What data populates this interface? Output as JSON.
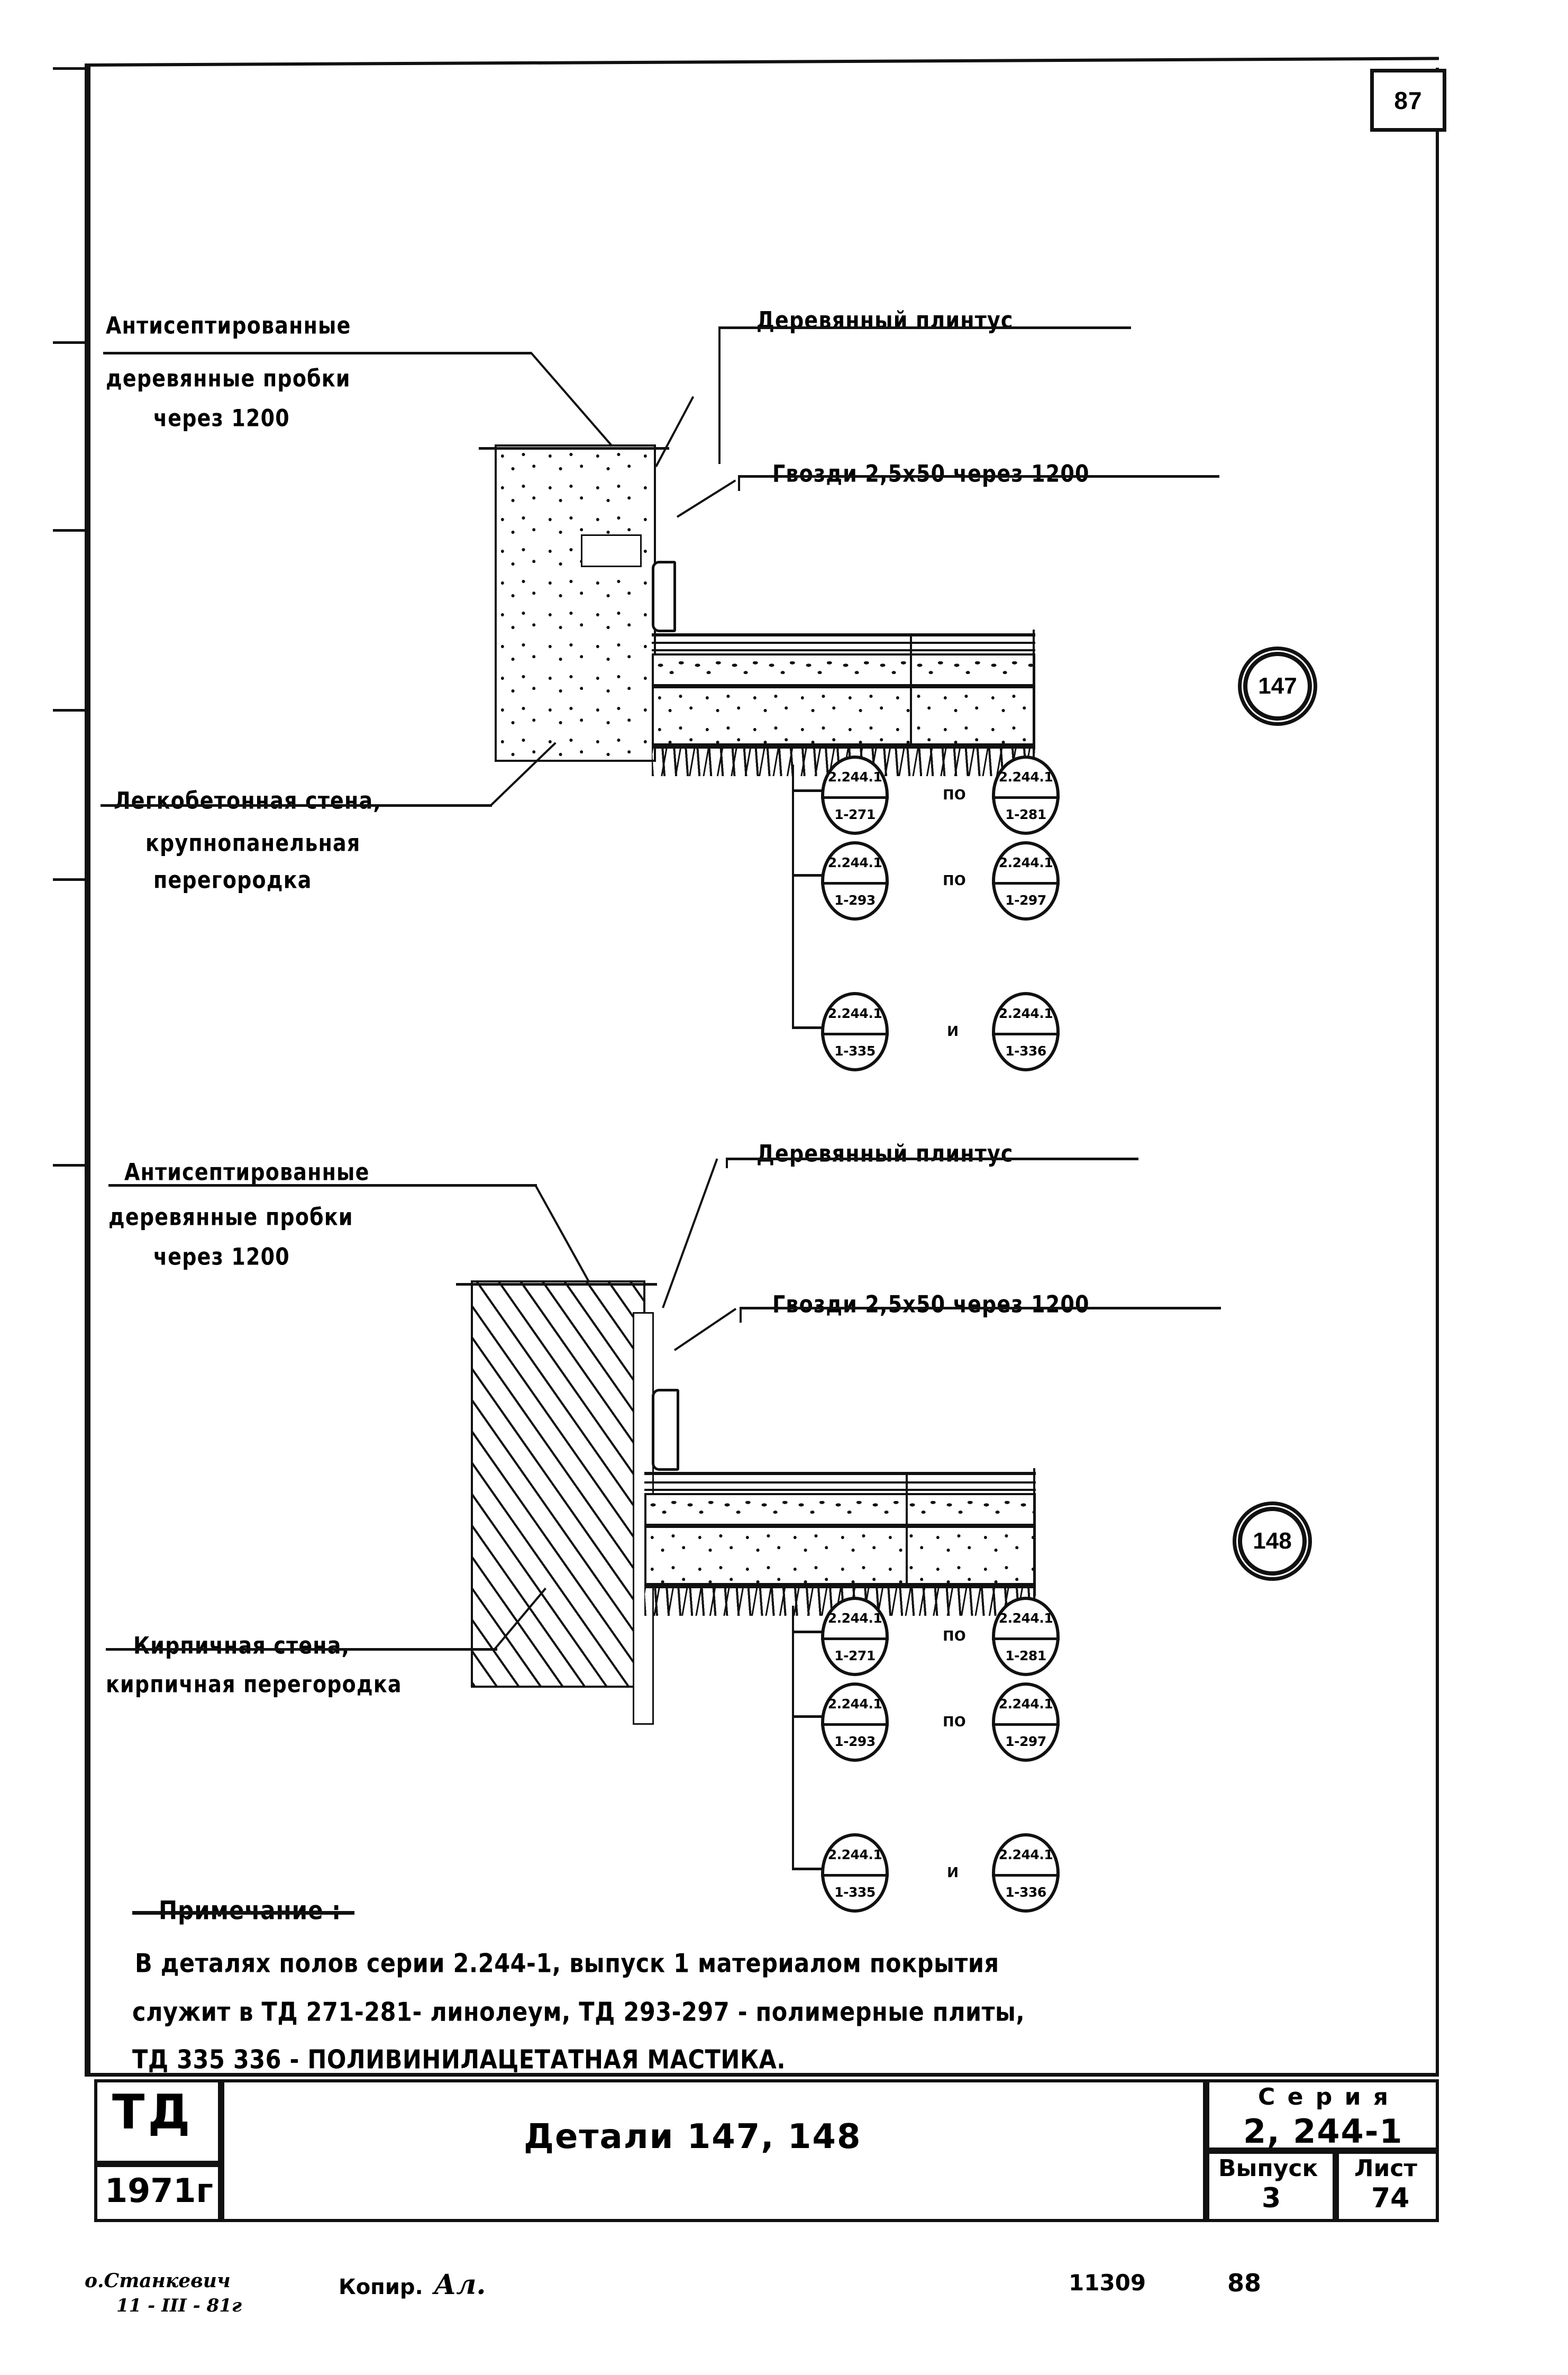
{
  "sheet": {
    "page_number": "87",
    "bottom_numbers": {
      "left_code": "11309",
      "right_code": "88"
    }
  },
  "details": [
    {
      "id": "detail-147",
      "number": "147",
      "labels": {
        "plugs_line1": "Антисептированные",
        "plugs_line2": "деревянные пробки",
        "plugs_line3": "через 1200",
        "skirting": "Деревянный плинтус",
        "nails": "Гвозди 2,5х50 через 1200",
        "wall_line1": "Легкобетонная стена,",
        "wall_line2": "крупнопанельная",
        "wall_line3": "перегородка"
      },
      "codes": [
        {
          "left_top": "2.244.1",
          "left_bot": "1-271",
          "conj": "по",
          "right_top": "2.244.1",
          "right_bot": "1-281"
        },
        {
          "left_top": "2.244.1",
          "left_bot": "1-293",
          "conj": "по",
          "right_top": "2.244.1",
          "right_bot": "1-297"
        },
        {
          "left_top": "2.244.1",
          "left_bot": "1-335",
          "conj": "и",
          "right_top": "2.244.1",
          "right_bot": "1-336"
        }
      ]
    },
    {
      "id": "detail-148",
      "number": "148",
      "labels": {
        "plugs_line1": "Антисептированные",
        "plugs_line2": "деревянные пробки",
        "plugs_line3": "через 1200",
        "skirting": "Деревянный плинтус",
        "nails": "Гвозди 2,5х50 через 1200",
        "wall_line1": "Кирпичная стена,",
        "wall_line2": "кирпичная перегородка",
        "wall_line3": ""
      },
      "codes": [
        {
          "left_top": "2.244.1",
          "left_bot": "1-271",
          "conj": "по",
          "right_top": "2.244.1",
          "right_bot": "1-281"
        },
        {
          "left_top": "2.244.1",
          "left_bot": "1-293",
          "conj": "по",
          "right_top": "2.244.1",
          "right_bot": "1-297"
        },
        {
          "left_top": "2.244.1",
          "left_bot": "1-335",
          "conj": "и",
          "right_top": "2.244.1",
          "right_bot": "1-336"
        }
      ]
    }
  ],
  "note": {
    "title": "Примечание :",
    "lines": [
      "В деталях  полов  серии  2.244-1, выпуск 1  материалом покрытия",
      "служит  в  ТД 271-281- линолеум, ТД 293-297 - полимерные плиты,",
      "ТД 335 336 - ПОЛИВИНИЛАЦЕТАТНАЯ   МАСТИКА."
    ]
  },
  "title_block": {
    "org": "ТД",
    "year": "1971г",
    "drawing_title": "Детали  147, 148",
    "series_label": "С е р и я",
    "series_value": "2, 244-1",
    "issue_label": "Выпуск",
    "issue_value": "3",
    "sheet_label": "Лист",
    "sheet_value": "74"
  },
  "footer": {
    "signature_name": "о.Станкевич",
    "signature_date": "11 - III - 81г",
    "copier_label": "Копир.",
    "copier_signature": "Ал."
  }
}
